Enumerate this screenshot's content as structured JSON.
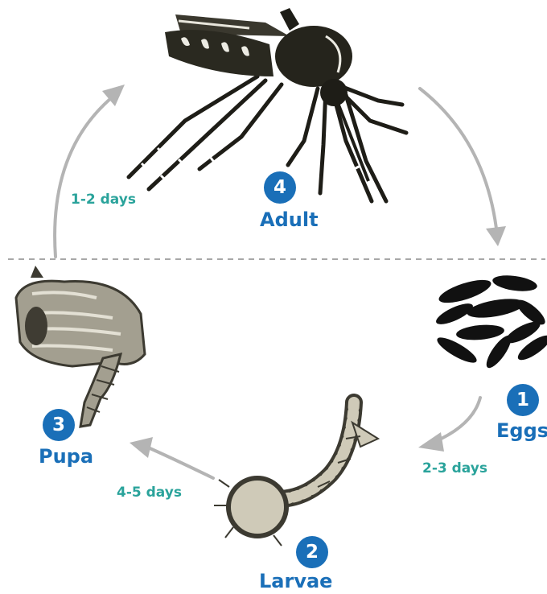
{
  "stages": {
    "adult": {
      "number": "4",
      "label": "Adult"
    },
    "eggs": {
      "number": "1",
      "label": "Eggs"
    },
    "larvae": {
      "number": "2",
      "label": "Larvae"
    },
    "pupa": {
      "number": "3",
      "label": "Pupa"
    }
  },
  "durations": {
    "eggs_to_larvae": "2-3 days",
    "larvae_to_pupa": "4-5 days",
    "pupa_to_adult": "1-2 days"
  },
  "colors": {
    "accent_blue": "#1a6fb8",
    "duration_teal": "#2aa39b",
    "arrow_gray": "#b4b4b4",
    "divider_gray": "#a8a8a8",
    "ink": "#1e1d17"
  },
  "icons": [
    "mosquito-adult-icon",
    "eggs-icon",
    "larva-icon",
    "pupa-icon"
  ]
}
